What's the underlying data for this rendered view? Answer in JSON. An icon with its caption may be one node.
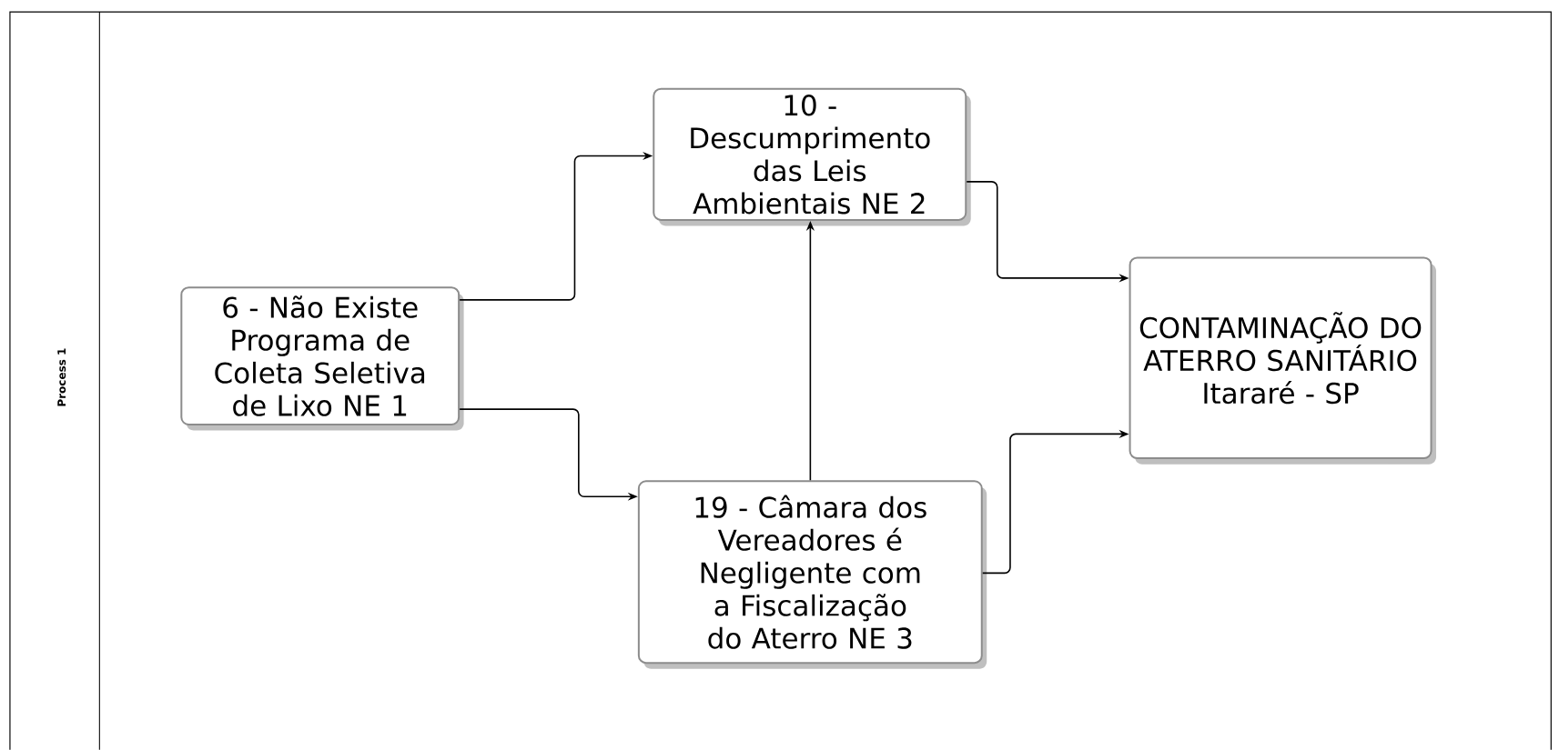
{
  "diagram": {
    "nodes": [
      {
        "text": [
          "Process 1"
        ]
      },
      {
        "text": [
          "6 - Não Existe Programa de Coleta Seletiva de Lixo NE 1"
        ],
        "in": 0
      },
      {
        "text": [
          "10 - Descumprimento das Leis Ambientais NE 2"
        ],
        "in": 0
      },
      {
        "text": [
          "19 - Câmara dos Vereadores é Negligente com a Fiscalização do Aterro NE 3"
        ],
        "in": 0
      },
      {
        "text": [
          "CONTAMINAÇÃO DO ATERRO SANITÁRIO Itararé - SP"
        ],
        "in": 0
      }
    ],
    "edges": [
      {
        "from": 1,
        "to": 2,
        "arrow": "to"
      },
      {
        "from": 1,
        "to": 3,
        "arrow": "to"
      },
      {
        "from": 3,
        "to": 2,
        "arrow": "to"
      },
      {
        "from": 2,
        "to": 4,
        "arrow": "to"
      },
      {
        "from": 3,
        "to": 4,
        "arrow": "to"
      }
    ]
  }
}
